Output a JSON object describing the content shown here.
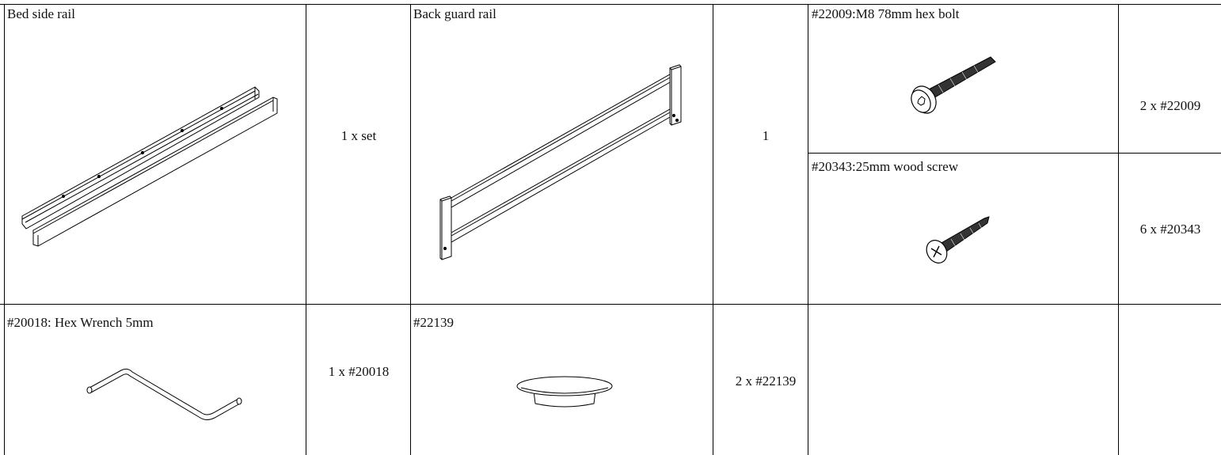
{
  "rows": [
    {
      "cells": [
        {
          "label": "Bed side rail",
          "quantity": "1 x set",
          "icon": "bed-side-rail-icon"
        },
        {
          "label": "Back guard rail",
          "quantity": "1",
          "icon": "back-guard-rail-icon"
        },
        {
          "label": "#22009:M8 78mm hex bolt",
          "quantity": "2 x #22009",
          "icon": "hex-bolt-icon"
        },
        {
          "label": "#20343:25mm wood screw",
          "quantity": "6 x #20343",
          "icon": "wood-screw-icon"
        }
      ]
    },
    {
      "cells": [
        {
          "label": "#20018: Hex Wrench 5mm",
          "quantity": "1 x #20018",
          "icon": "hex-wrench-icon"
        },
        {
          "label": "#22139",
          "quantity": "2 x #22139",
          "icon": "cap-icon"
        },
        {
          "label": "",
          "quantity": ""
        }
      ]
    }
  ]
}
